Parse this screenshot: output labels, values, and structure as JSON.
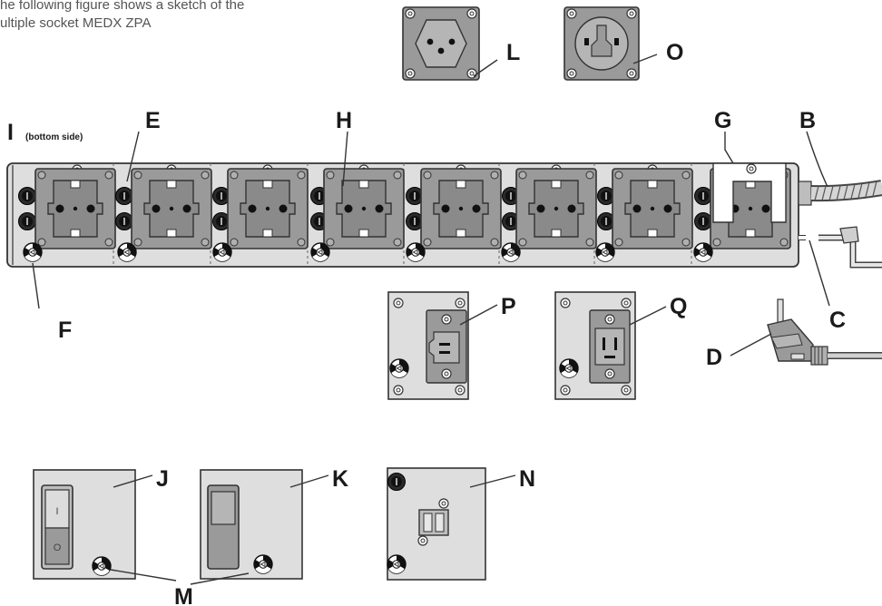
{
  "intro": {
    "line1": "he following figure shows a sketch of the",
    "line2": "ultiple socket MEDX ZPA"
  },
  "labels": {
    "B": "B",
    "C": "C",
    "D": "D",
    "E": "E",
    "F": "F",
    "G": "G",
    "H": "H",
    "I": "I",
    "I_note": "(bottom side)",
    "J": "J",
    "K": "K",
    "L": "L",
    "M": "M",
    "N": "N",
    "O": "O",
    "P": "P",
    "Q": "Q"
  },
  "switch": {
    "on": "I",
    "off": "O"
  },
  "colors": {
    "panel": "#dedede",
    "socket": "#9a9a9a",
    "dark": "#222222",
    "line": "#444444"
  },
  "icons": [
    "schuko-socket-icon",
    "iec-c13-icon",
    "iec-c19-icon",
    "swiss-socket-icon",
    "fuse-icon",
    "usb-port-icon",
    "equipotential-terminal-icon",
    "rocker-switch-icon",
    "plug-icon"
  ]
}
